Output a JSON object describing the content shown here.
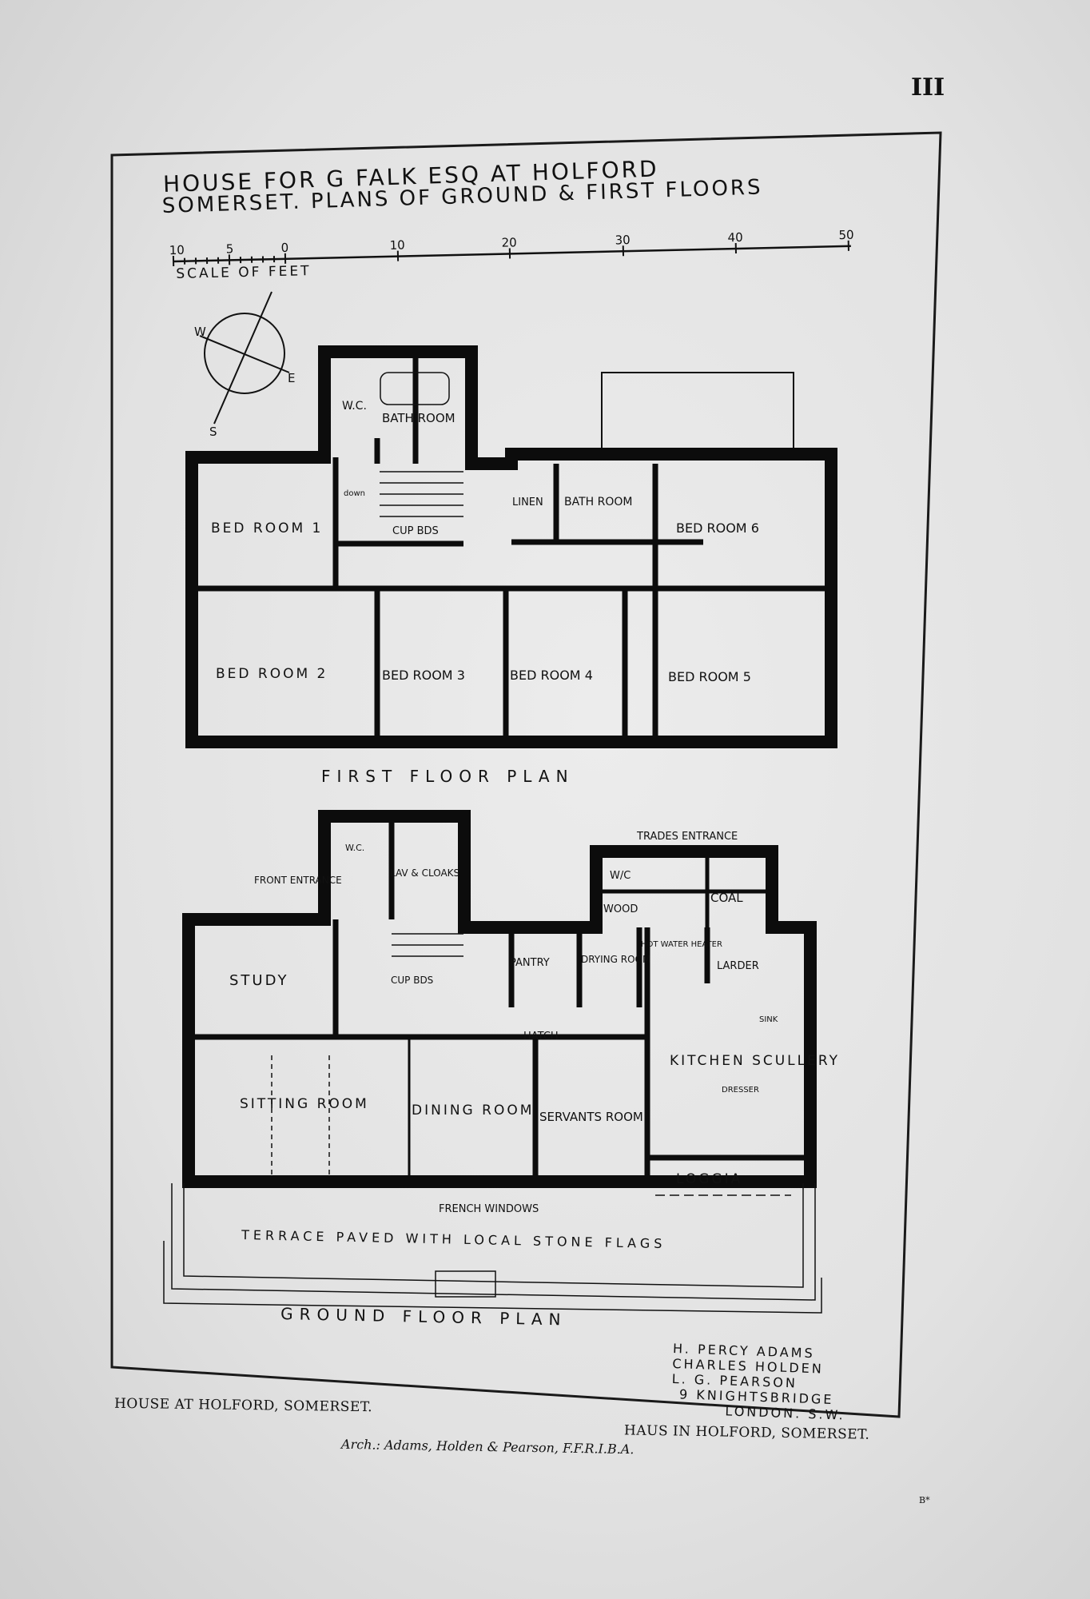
{
  "plate_number": "III",
  "drawing": {
    "title_line1": "HOUSE FOR G FALK ESQ AT HOLFORD",
    "title_line2": "SOMERSET. PLANS OF GROUND & FIRST FLOORS",
    "scale": {
      "label": "SCALE OF FEET",
      "ticks": [
        "10",
        "5",
        "0",
        "10",
        "20",
        "30",
        "40",
        "50"
      ]
    },
    "compass": {
      "w": "W",
      "e": "E",
      "s": "S"
    },
    "first_floor": {
      "title": "FIRST FLOOR PLAN",
      "rooms": {
        "bed1": "BED ROOM 1",
        "bed2": "BED ROOM 2",
        "bed3": "BED ROOM 3",
        "bed4": "BED ROOM 4",
        "bed5": "BED ROOM 5",
        "bed6": "BED ROOM 6",
        "wc": "W.C.",
        "bath_upper": "BATH ROOM",
        "linen": "LINEN",
        "bath": "BATH ROOM",
        "cupbds": "CUP BDS",
        "down": "down"
      }
    },
    "ground_floor": {
      "title": "GROUND FLOOR PLAN",
      "rooms": {
        "study": "STUDY",
        "sitting": "SITTING ROOM",
        "dining": "DINING ROOM",
        "servants": "SERVANTS ROOM",
        "kitchen": "KITCHEN SCULLERY",
        "dresser": "DRESSER",
        "loggia": "LOGGIA",
        "pantry": "PANTRY",
        "drying": "DRYING ROOM",
        "hotwater": "HOT WATER HEATER",
        "larder": "LARDER",
        "sink": "SINK",
        "hatch": "HATCH",
        "wc": "W.C.",
        "lav": "LAV & CLOAKS",
        "front": "FRONT ENTRANCE",
        "trades": "TRADES ENTRANCE",
        "wc2": "W/C",
        "wood": "WOOD",
        "coal": "COAL",
        "cupbds": "CUP BDS",
        "french": "FRENCH WINDOWS",
        "terrace": "TERRACE PAVED WITH LOCAL STONE FLAGS"
      }
    },
    "architects": [
      "H. PERCY ADAMS",
      "CHARLES HOLDEN",
      "L. G. PEARSON",
      "9 KNIGHTSBRIDGE",
      "LONDON. S.W."
    ]
  },
  "captions": {
    "english": "HOUSE AT HOLFORD, SOMERSET.",
    "german": "HAUS IN HOLFORD, SOMERSET.",
    "architects": "Arch.: Adams, Holden & Pearson, F.F.R.I.B.A."
  },
  "signature": "B*"
}
